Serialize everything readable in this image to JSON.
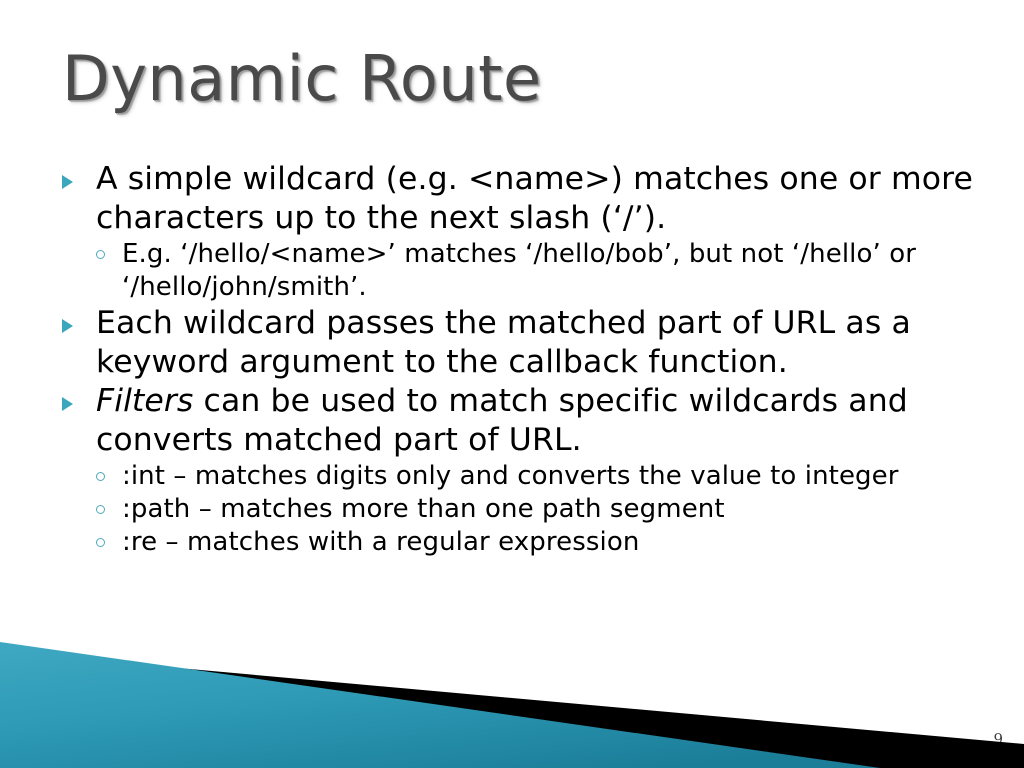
{
  "slide": {
    "title": "Dynamic Route",
    "page_number": "9",
    "accent_color": "#3AA7BD",
    "title_color": "#4A4A4A",
    "background_color": "#FFFFFF"
  },
  "content": {
    "bullets": [
      {
        "level": 1,
        "marker": "triangle-bullet",
        "text": "A simple wildcard (e.g. <name>) matches one or more characters up to the next slash (‘/’)."
      },
      {
        "level": 2,
        "marker": "circle-bullet",
        "text": "E.g. ‘/hello/<name>’ matches ‘/hello/bob’, but not ‘/hello’ or ‘/hello/john/smith’."
      },
      {
        "level": 1,
        "marker": "triangle-bullet",
        "text": "Each wildcard passes the matched part of URL as a keyword argument to the callback function."
      },
      {
        "level": 1,
        "marker": "triangle-bullet",
        "emphasis": "Filters",
        "text": " can be used to match specific wildcards and converts matched part of URL."
      },
      {
        "level": 2,
        "marker": "circle-bullet",
        "text": ":int – matches digits only and converts the value to integer"
      },
      {
        "level": 2,
        "marker": "circle-bullet",
        "text": ":path – matches more than one path segment"
      },
      {
        "level": 2,
        "marker": "circle-bullet",
        "text": ":re – matches with a regular expression"
      }
    ]
  },
  "decoration": {
    "name": "bottom-left-corner-graphic",
    "teal_light": "#3FA8C2",
    "teal_dark": "#1A7E99",
    "stripe_color": "#000000",
    "band_color": "#D9E4EA"
  }
}
